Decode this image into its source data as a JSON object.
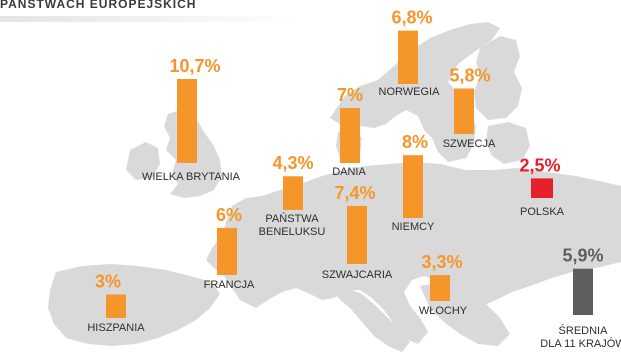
{
  "header": {
    "title": "PAŃSTWACH EUROPEJSKICH"
  },
  "colors": {
    "bar": "#f5962a",
    "highlight": "#e5222b",
    "average": "#5f5f5f",
    "map": "#d9d9da",
    "label": "#2e2e2e"
  },
  "chart_data": {
    "type": "bar",
    "unit": "%",
    "categories": [
      "WIELKA BRYTANIA",
      "DANIA",
      "NORWEGIA",
      "SZWECJA",
      "PAŃSTWA BENELUKSU",
      "NIEMCY",
      "POLSKA",
      "FRANCJA",
      "SZWAJCARIA",
      "WŁOCHY",
      "HISZPANIA",
      "ŚREDNIA DLA 11 KRAJÓW"
    ],
    "values": [
      10.7,
      7.0,
      6.8,
      5.8,
      4.3,
      8.0,
      2.5,
      6.0,
      7.4,
      3.3,
      3.0,
      5.9
    ],
    "value_labels": [
      "10,7%",
      "7%",
      "6,8%",
      "5,8%",
      "4,3%",
      "8%",
      "2,5%",
      "6%",
      "7,4%",
      "3,3%",
      "3%",
      "5,9%"
    ],
    "highlight": "POLSKA",
    "average": "ŚREDNIA DLA 11 KRAJÓW"
  }
}
